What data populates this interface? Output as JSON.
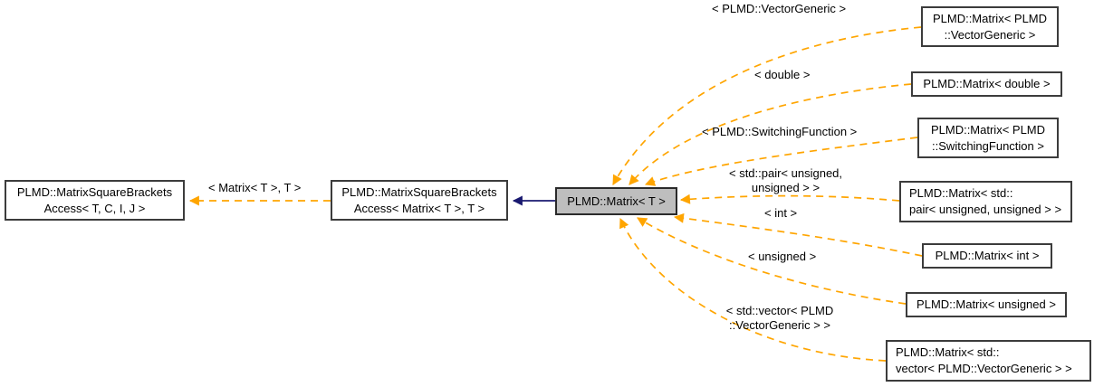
{
  "diagram": {
    "type": "doxygen-template-instantiation-graph",
    "colors": {
      "background": "#ffffff",
      "template_edge": "#ffa500",
      "inheritance_edge": "#191970",
      "node_border": "#3c3c3c",
      "current_node_fill": "#bebebe",
      "node_fill": "#ffffff",
      "text": "#000000"
    },
    "nodes": {
      "access_base": {
        "line1": "PLMD::MatrixSquareBrackets",
        "line2": "Access< T, C, I, J >"
      },
      "access_matrix": {
        "line1": "PLMD::MatrixSquareBrackets",
        "line2": "Access< Matrix< T >, T >"
      },
      "matrix_t": {
        "label": "PLMD::Matrix< T >"
      },
      "inst_vectorgeneric": {
        "line1": "PLMD::Matrix< PLMD",
        "line2": "::VectorGeneric >"
      },
      "inst_double": {
        "label": "PLMD::Matrix< double >"
      },
      "inst_switchingfunction": {
        "line1": "PLMD::Matrix< PLMD",
        "line2": "::SwitchingFunction >"
      },
      "inst_pair": {
        "line1": "PLMD::Matrix< std::",
        "line2": "pair< unsigned, unsigned > >"
      },
      "inst_int": {
        "label": "PLMD::Matrix< int >"
      },
      "inst_unsigned": {
        "label": "PLMD::Matrix< unsigned >"
      },
      "inst_vector": {
        "line1": "PLMD::Matrix< std::",
        "line2": "vector< PLMD::VectorGeneric > >"
      }
    },
    "edge_labels": {
      "matrix_t_t": "< Matrix< T >, T >",
      "vectorgeneric": "< PLMD::VectorGeneric >",
      "double": "< double >",
      "switchingfunction": "< PLMD::SwitchingFunction >",
      "pair_line1": "< std::pair< unsigned,",
      "pair_line2": "unsigned > >",
      "int": "< int >",
      "unsigned": "< unsigned >",
      "vector_line1": "< std::vector< PLMD",
      "vector_line2": "::VectorGeneric > >"
    }
  }
}
